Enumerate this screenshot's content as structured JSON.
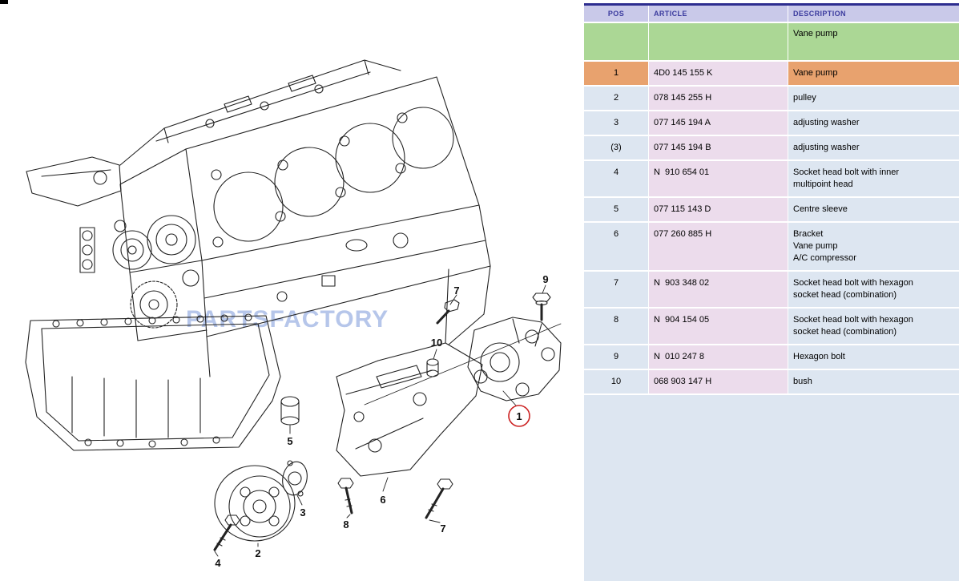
{
  "watermark": "PARTSFACTORY",
  "colors": {
    "header_bar": "#2d2d8f",
    "header_bg": "#c9c9e9",
    "header_text": "#3b3b9e",
    "group_row_green": "#abd795",
    "highlight_orange": "#e8a26e",
    "cell_blue": "#dde6f1",
    "cell_pink": "#ecdcec",
    "callout_circle_red": "#cc2222",
    "watermark_blue": "#5a82c8"
  },
  "table": {
    "headers": [
      "POS",
      "ARTICLE",
      "DESCRIPTION"
    ],
    "group_row": {
      "description": "Vane pump"
    },
    "rows": [
      {
        "pos": "1",
        "article": "4D0 145 155 K",
        "description": [
          "Vane pump"
        ],
        "highlight": true
      },
      {
        "pos": "2",
        "article": "078 145 255 H",
        "description": [
          "pulley"
        ]
      },
      {
        "pos": "3",
        "article": "077 145 194 A",
        "description": [
          "adjusting washer"
        ]
      },
      {
        "pos": "(3)",
        "article": "077 145 194 B",
        "description": [
          "adjusting washer"
        ]
      },
      {
        "pos": "4",
        "article": "N  910 654 01",
        "description": [
          "Socket head bolt with inner",
          "multipoint head"
        ]
      },
      {
        "pos": "5",
        "article": "077 115 143 D",
        "description": [
          "Centre sleeve"
        ]
      },
      {
        "pos": "6",
        "article": "077 260 885 H",
        "description": [
          "Bracket",
          "Vane pump",
          "A/C compressor"
        ]
      },
      {
        "pos": "7",
        "article": "N  903 348 02",
        "description": [
          "Socket head bolt with hexagon",
          "socket head (combination)"
        ]
      },
      {
        "pos": "8",
        "article": "N  904 154 05",
        "description": [
          "Socket head bolt with hexagon",
          "socket head (combination)"
        ]
      },
      {
        "pos": "9",
        "article": "N  010 247 8",
        "description": [
          "Hexagon bolt"
        ]
      },
      {
        "pos": "10",
        "article": "068 903 147 H",
        "description": [
          "bush"
        ]
      }
    ]
  },
  "diagram": {
    "callouts": {
      "bolt7_top": "7",
      "bolt9": "9",
      "bush10": "10",
      "sleeve5": "5",
      "gasket3": "3",
      "bolt8": "8",
      "bracket6": "6",
      "bolt7_bottom": "7",
      "bolt4": "4",
      "pulley2": "2",
      "pump1": "1"
    }
  }
}
